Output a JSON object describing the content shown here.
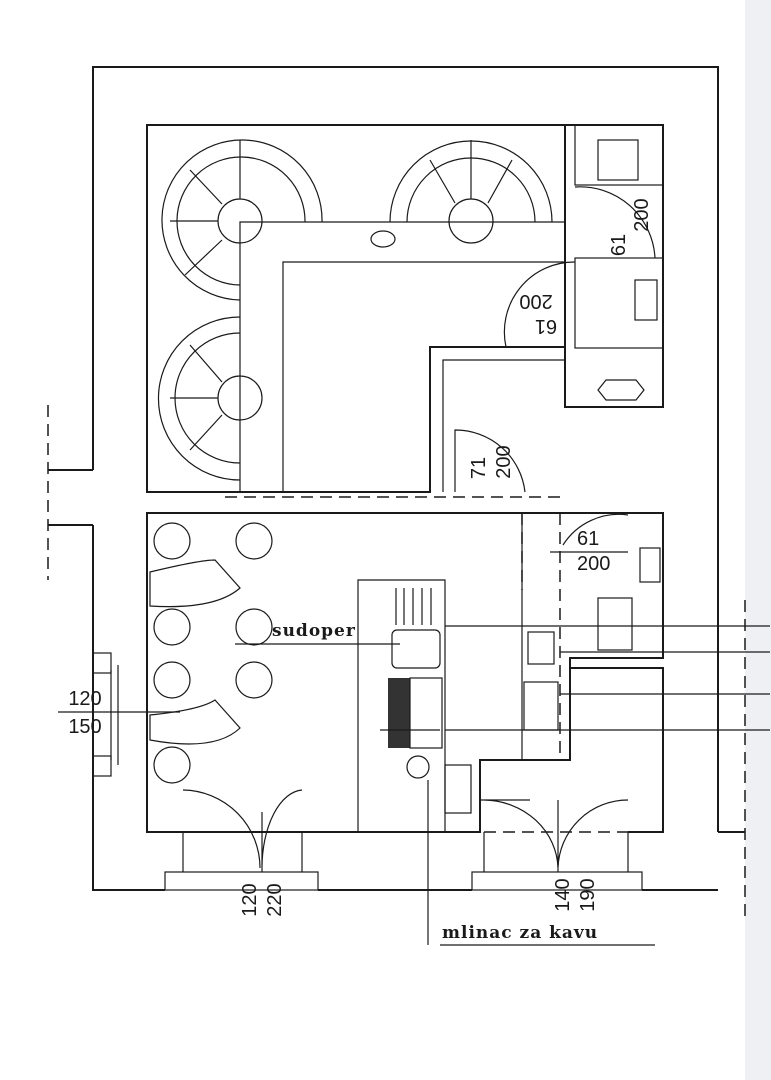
{
  "labels": {
    "wc_door_vertical": {
      "width": "61",
      "height": "200"
    },
    "wc_door_rotated": {
      "width": "61",
      "height": "200"
    },
    "storage_door": {
      "width": "71",
      "height": "200"
    },
    "bar_door": {
      "width": "61",
      "height": "200"
    },
    "sink": "sudoper",
    "window": {
      "width": "120",
      "height": "150"
    },
    "entrance_left": {
      "width": "120",
      "height": "220"
    },
    "entrance_right": {
      "width": "140",
      "height": "190"
    },
    "coffee_grinder": "mlinac za kavu"
  },
  "colors": {
    "ink": "#1a1a1a",
    "paper": "#ffffff",
    "edge_strip": "#eef0f3"
  }
}
